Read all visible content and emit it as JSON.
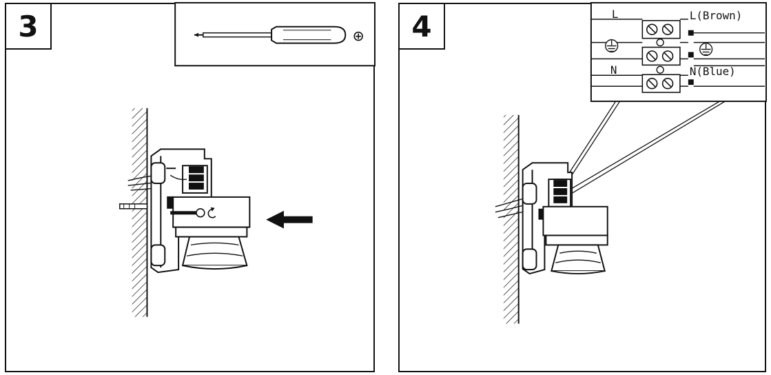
{
  "panels": [
    {
      "step": "3",
      "tool_icon": "phillips-screwdriver-icon",
      "screw_head_icon": "phillips-screw-head-icon"
    },
    {
      "step": "4",
      "wiring": {
        "left_labels": [
          "L",
          "",
          "N"
        ],
        "right_labels": [
          "L(Brown)",
          "",
          "N(Blue)"
        ],
        "ground_icon": "earth-ground-icon"
      }
    }
  ]
}
